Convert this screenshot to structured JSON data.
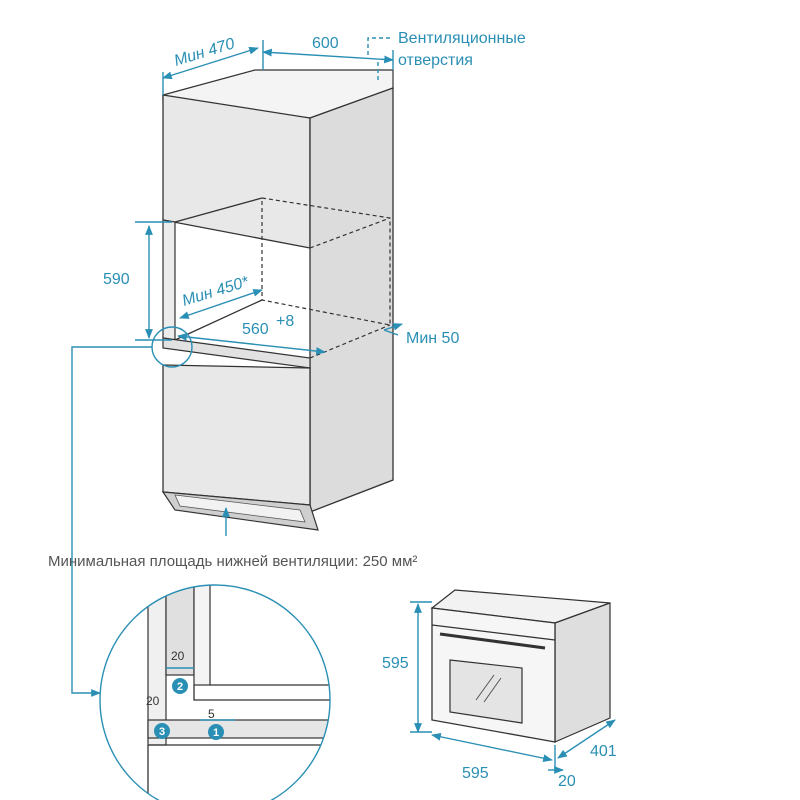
{
  "cabinet": {
    "min_depth_label": "Мин 470",
    "width_label": "600",
    "vent_label_line1": "Вентиляционные",
    "vent_label_line2": "отверстия",
    "niche_height_label": "590",
    "niche_depth_label": "Мин 450*",
    "niche_width_label": "560",
    "niche_width_tolerance": "+8",
    "rear_gap_label": "Мин 50"
  },
  "bottom_vent_note": "Минимальная площадь нижней вентиляции: 250 мм²",
  "detail": {
    "dim_top": "20",
    "dim_left": "20",
    "dim_bottom": "5",
    "badge_1": "1",
    "badge_2": "2",
    "badge_3": "3"
  },
  "oven": {
    "height_label": "595",
    "width_label": "595",
    "depth_label": "401",
    "door_label": "20"
  },
  "colors": {
    "accent": "#2a8fb4",
    "panel": "#e8e8e8",
    "panel_side": "#d6d6d6"
  }
}
